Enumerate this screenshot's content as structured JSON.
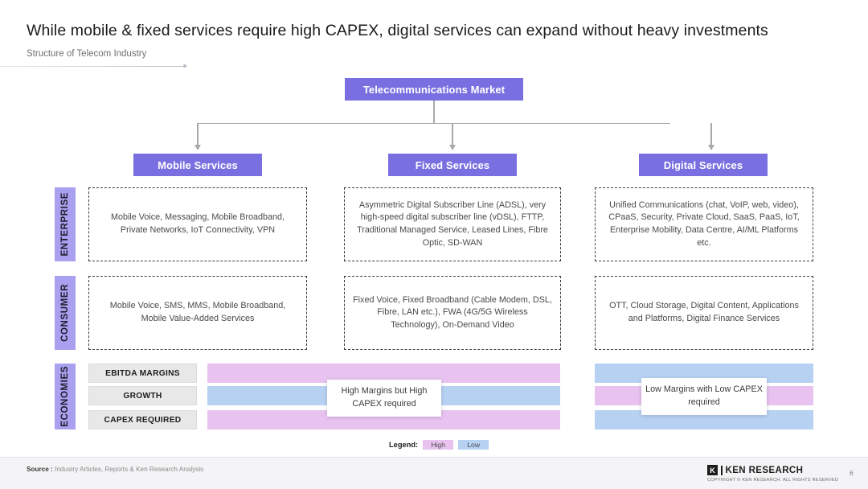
{
  "header": {
    "title": "While mobile & fixed services require high CAPEX, digital services can expand without heavy investments",
    "subtitle": "Structure of Telecom Industry"
  },
  "diagram": {
    "root_label": "Telecommunications Market",
    "columns": [
      {
        "label": "Mobile Services"
      },
      {
        "label": "Fixed Services"
      },
      {
        "label": "Digital Services"
      }
    ],
    "bands": [
      {
        "label": "ENTERPRISE"
      },
      {
        "label": "CONSUMER"
      },
      {
        "label": "ECONOMIES"
      }
    ],
    "enterprise_cells": [
      "Mobile Voice, Messaging, Mobile Broadband, Private Networks, IoT Connectivity, VPN",
      "Asymmetric Digital Subscriber Line (ADSL), very high-speed digital subscriber line (vDSL), FTTP, Traditional Managed Service, Leased Lines, Fibre Optic, SD-WAN",
      "Unified Communications (chat, VoIP, web, video), CPaaS, Security, Private Cloud, SaaS, PaaS, IoT, Enterprise Mobility, Data Centre, AI/ML Platforms etc."
    ],
    "consumer_cells": [
      "Mobile Voice, SMS, MMS, Mobile Broadband, Mobile Value-Added Services",
      "Fixed Voice, Fixed Broadband (Cable Modem, DSL, Fibre, LAN etc.), FWA (4G/5G Wireless Technology), On-Demand Video",
      "OTT, Cloud Storage, Digital Content, Applications and Platforms, Digital Finance Services"
    ],
    "economies": {
      "metrics": [
        "EBITDA MARGINS",
        "GROWTH",
        "CAPEX REQUIRED"
      ],
      "callouts": [
        "High Margins but High CAPEX required",
        "Low Margins with Low CAPEX required"
      ]
    }
  },
  "chart_data": {
    "type": "heatmap",
    "title": "Structure of Telecom Industry - Economics",
    "rows": [
      "EBITDA MARGINS",
      "GROWTH",
      "CAPEX REQUIRED"
    ],
    "columns": [
      "Mobile Services",
      "Fixed Services",
      "Digital Services"
    ],
    "values": [
      [
        "High",
        "High",
        "Low"
      ],
      [
        "Low",
        "Low",
        "High"
      ],
      [
        "High",
        "High",
        "Low"
      ]
    ],
    "legend": {
      "High": "#e8c3f0",
      "Low": "#b7d1f2"
    },
    "note_mobile_fixed": "High Margins but High CAPEX required",
    "note_digital": "Low Margins with Low CAPEX required"
  },
  "legend": {
    "title": "Legend:",
    "items": [
      {
        "label": "High",
        "color": "#e8c3f0"
      },
      {
        "label": "Low",
        "color": "#b7d1f2"
      }
    ]
  },
  "footer": {
    "source_label": "Source :",
    "source_text": "Industry Articles, Reports & Ken Research Analysis",
    "brand_mark": "K",
    "brand_name": "KEN RESEARCH",
    "copyright": "COPYRIGHT © KEN RESEARCH. ALL RIGHTS RESERVED",
    "page_number": "6"
  },
  "colors": {
    "accent_purple": "#7a6fe0",
    "band_purple": "#a9a0ef",
    "high_pink": "#e8c3f0",
    "low_blue": "#b7d1f2"
  }
}
